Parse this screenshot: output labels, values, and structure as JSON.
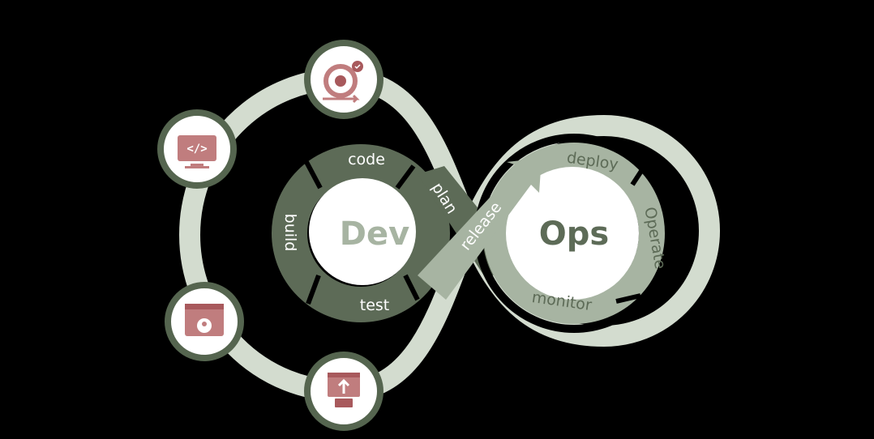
{
  "center": {
    "dev": "Dev",
    "ops": "Ops"
  },
  "dev_stages": {
    "code": "code",
    "build": "build",
    "test": "test",
    "plan": "plan"
  },
  "bridge": {
    "release": "release"
  },
  "ops_stages": {
    "deploy": "deploy",
    "operate": "Operate",
    "monitor": "monitor"
  },
  "icons": [
    "continuous-integration-icon",
    "code-monitor-icon",
    "settings-window-icon",
    "upload-code-icon"
  ],
  "colors": {
    "background": "#000000",
    "loop": "#d3dccf",
    "dev_ring": "#5d6b57",
    "ops_ring": "#a7b4a2",
    "icon": "#c07d7e",
    "icon_border": "#55654f"
  }
}
